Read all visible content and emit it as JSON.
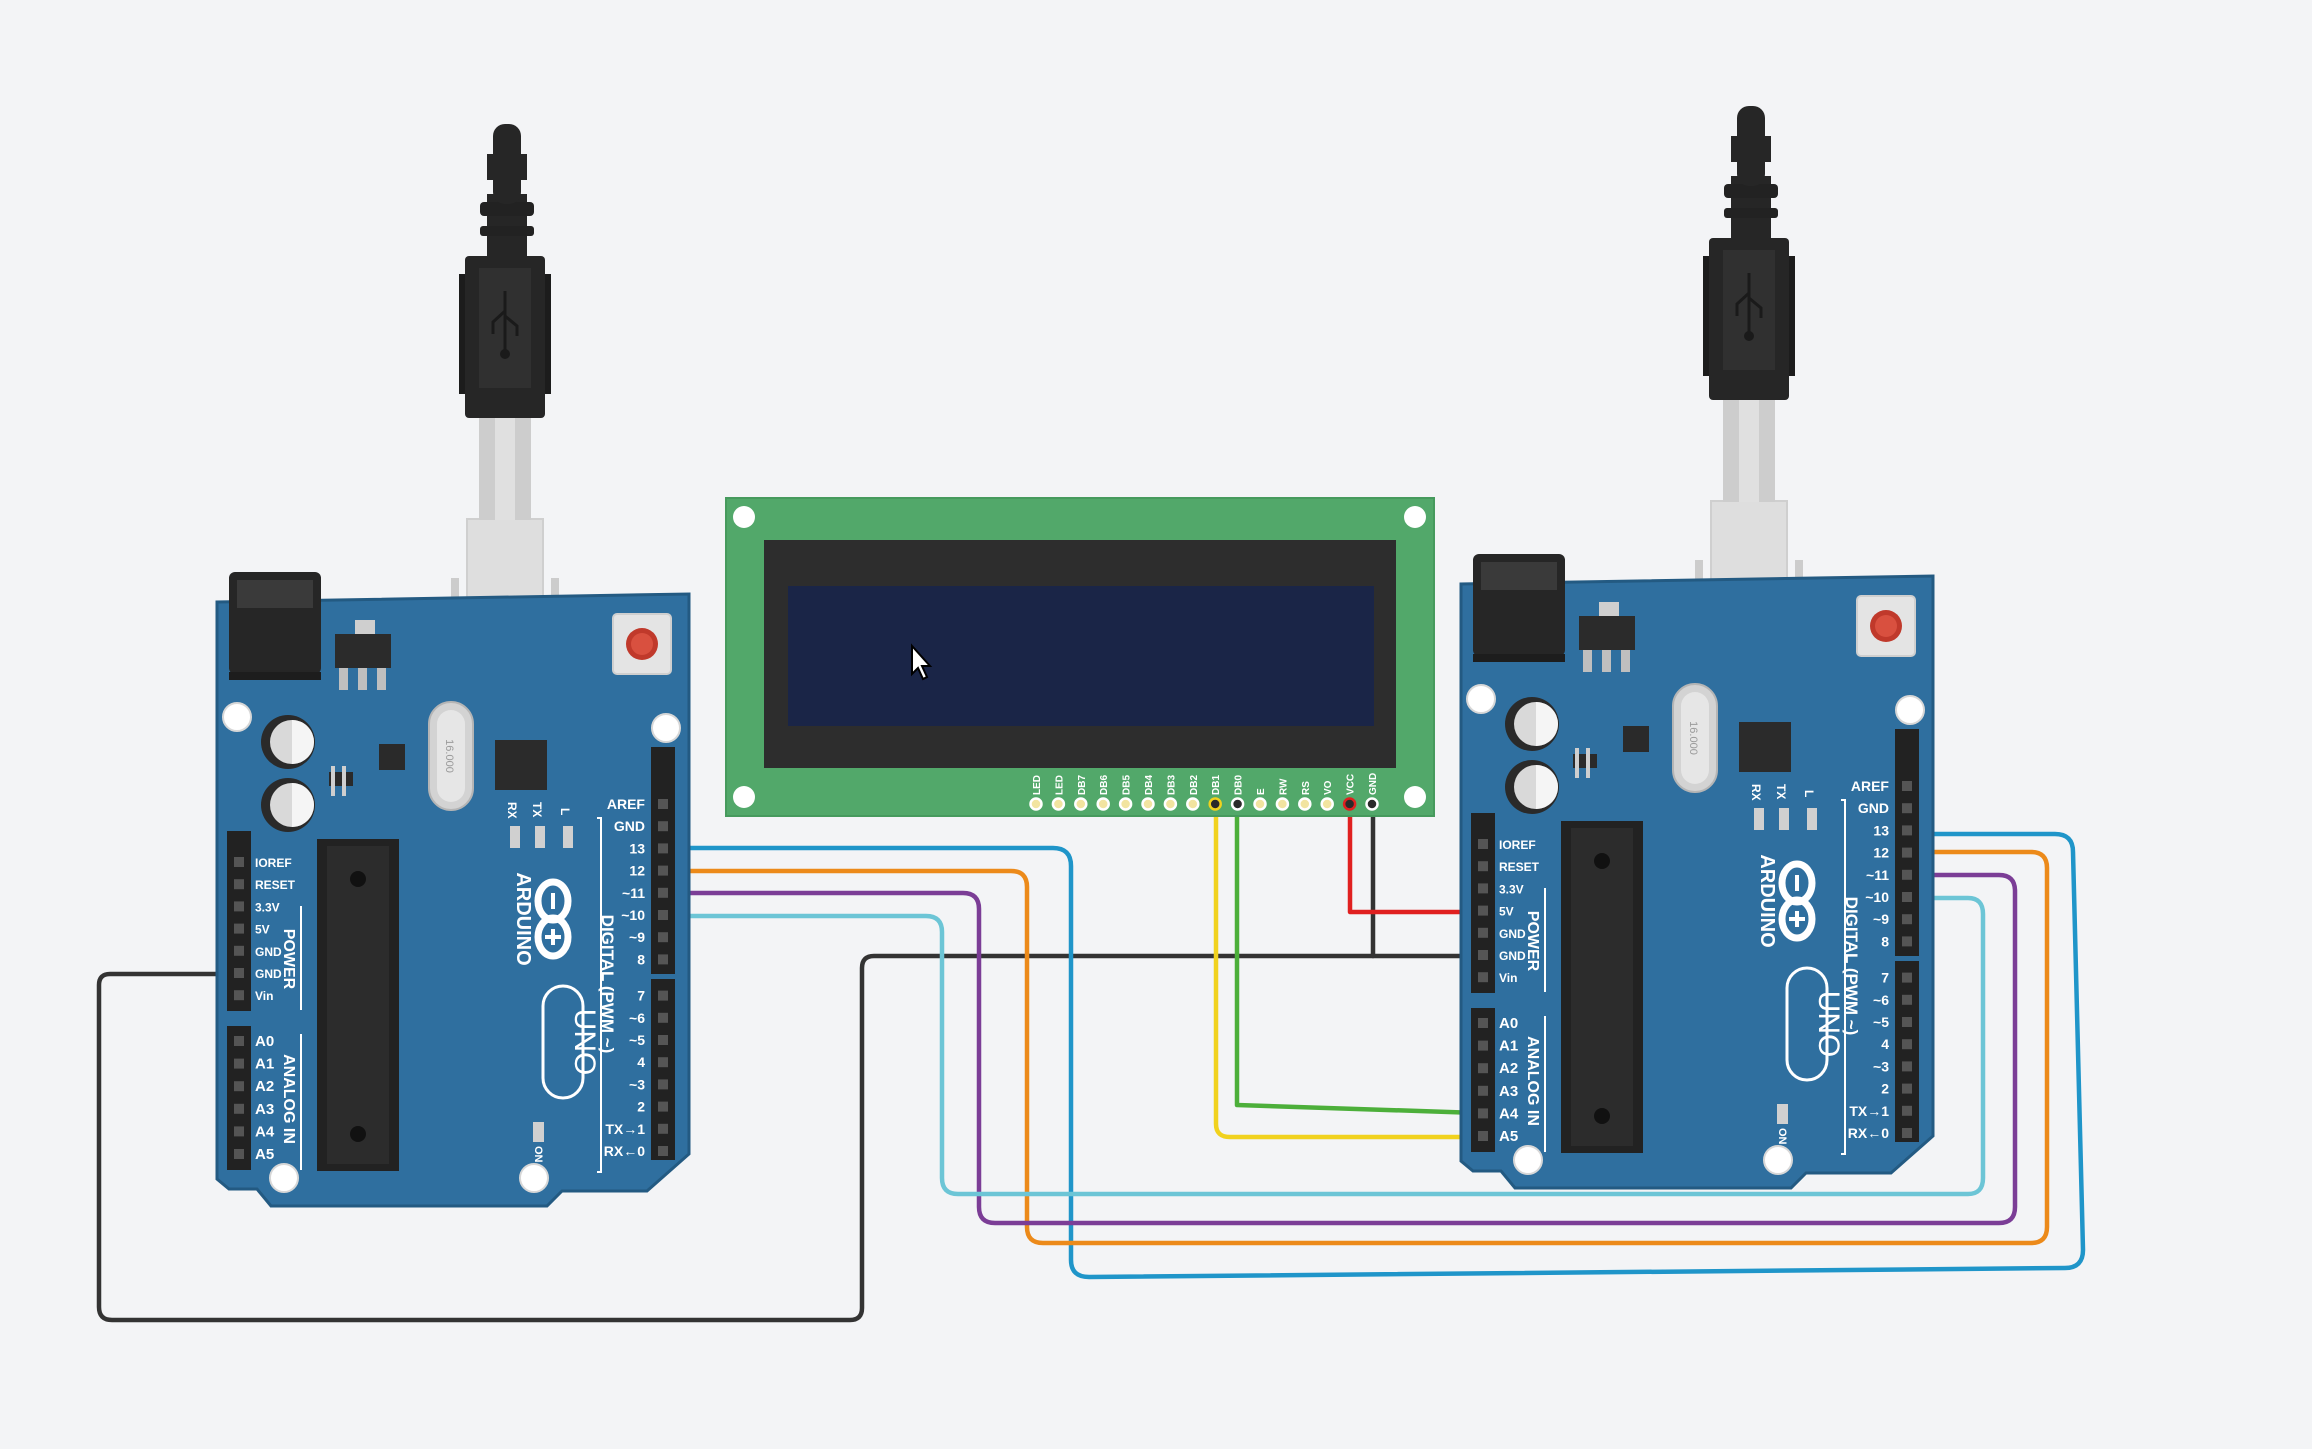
{
  "colors": {
    "canvas_bg": "#f3f4f6",
    "board_blue": "#2f6f9f",
    "board_edge": "#235a82",
    "lcd_green": "#52a86a",
    "lcd_screen": "#1a2547",
    "wire_blue": "#1f95c9",
    "wire_orange": "#ec8a1a",
    "wire_purple": "#7b3d96",
    "wire_cyan": "#6cc5d6",
    "wire_black": "#333333",
    "wire_red": "#e02020",
    "wire_yellow": "#f1d21e",
    "wire_green": "#4caf3a"
  },
  "board": {
    "brand": "ARDUINO",
    "model": "UNO",
    "digital_title": "DIGITAL (PWM ~)",
    "power_title": "POWER",
    "analog_title": "ANALOG IN",
    "crystal_text": "16.000",
    "on_label": "ON",
    "led_rx": "RX",
    "led_tx": "TX",
    "led_l": "L",
    "digital_pins": [
      "AREF",
      "GND",
      "13",
      "12",
      "~11",
      "~10",
      "~9",
      "8",
      "7",
      "~6",
      "~5",
      "4",
      "~3",
      "2",
      "TX→1",
      "RX←0"
    ],
    "power_pins": [
      "IOREF",
      "RESET",
      "3.3V",
      "5V",
      "GND",
      "GND",
      "Vin"
    ],
    "analog_pins": [
      "A0",
      "A1",
      "A2",
      "A3",
      "A4",
      "A5"
    ]
  },
  "lcd": {
    "pins": [
      "LED",
      "LED",
      "DB7",
      "DB6",
      "DB5",
      "DB4",
      "DB3",
      "DB2",
      "DB1",
      "DB0",
      "E",
      "RW",
      "RS",
      "VO",
      "VCC",
      "GND"
    ]
  },
  "icons": {
    "usb": "usb-symbol-icon",
    "cursor": "mouse-pointer-icon"
  }
}
